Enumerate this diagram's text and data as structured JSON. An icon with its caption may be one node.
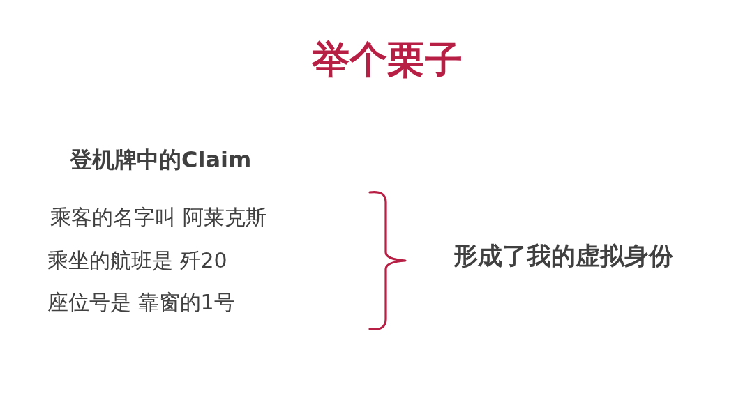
{
  "diagram": {
    "title": "举个栗子",
    "labels": [
      "登机牌中的Claim",
      "乘客的名字叫 阿莱克斯",
      "乘坐的航班是 歼20",
      "座位号是 靠窗的1号",
      "形成了我的虚拟身份"
    ]
  }
}
